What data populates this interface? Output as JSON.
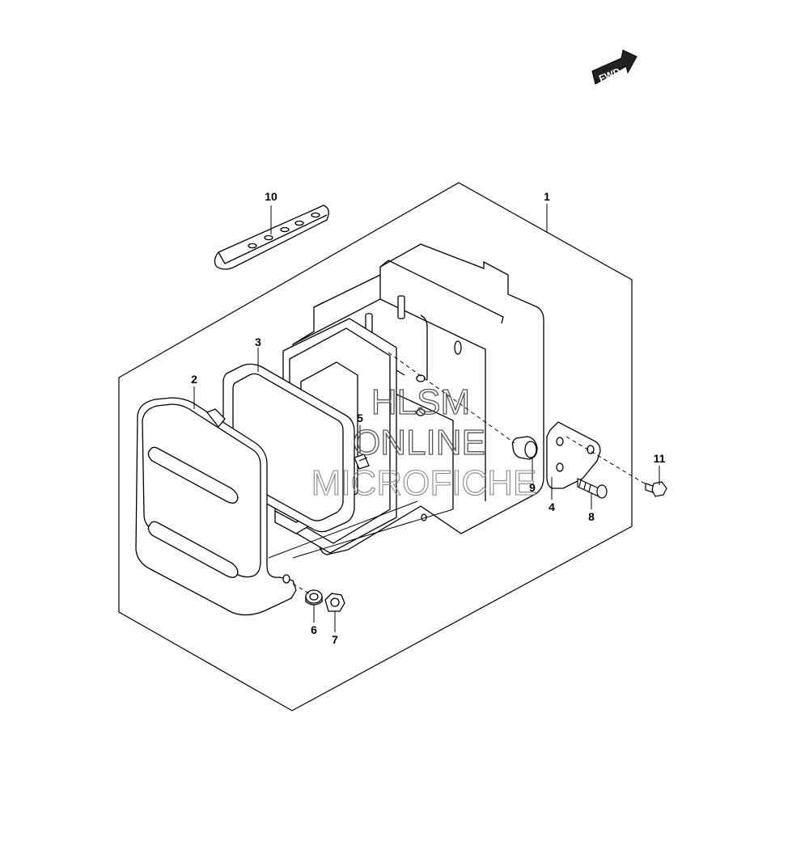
{
  "diagram": {
    "fwd_label": "FWD",
    "callouts": {
      "c1": "1",
      "c2": "2",
      "c3": "3",
      "c4": "4",
      "c5": "5",
      "c6": "6",
      "c7": "7",
      "c8": "8",
      "c9": "9",
      "c10": "10",
      "c11": "11"
    },
    "watermark": {
      "line1": "HLSM",
      "line2": "ONLINE",
      "line3": "MICROFICHE"
    }
  }
}
